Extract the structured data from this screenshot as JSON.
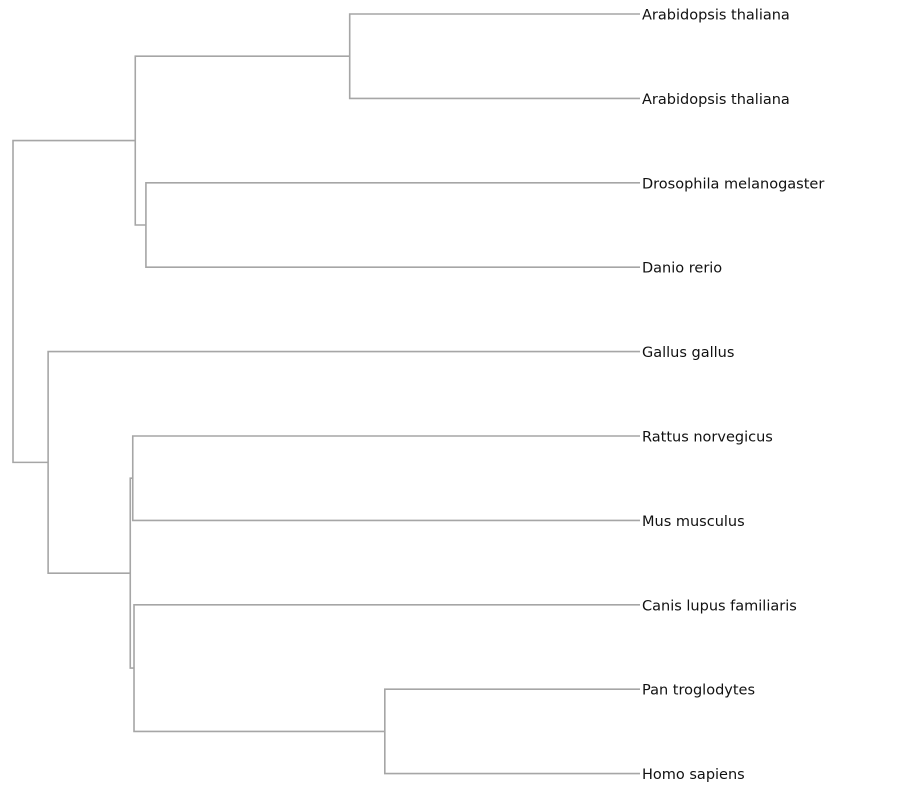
{
  "chart_data": {
    "type": "dendrogram",
    "orientation": "leaves-right",
    "leaves": [
      "Arabidopsis thaliana",
      "Arabidopsis thaliana",
      "Drosophila melanogaster",
      "Danio rerio",
      "Gallus gallus",
      "Rattus norvegicus",
      "Mus musculus",
      "Canis lupus familiaris",
      "Pan troglodytes",
      "Homo sapiens"
    ],
    "merges": [
      {
        "id": "n10",
        "children": [
          "L0",
          "L1"
        ],
        "height": 0.463
      },
      {
        "id": "n11",
        "children": [
          "L2",
          "L3"
        ],
        "height": 0.788
      },
      {
        "id": "n12",
        "children": [
          "n10",
          "n11"
        ],
        "height": 0.805
      },
      {
        "id": "n13",
        "children": [
          "L8",
          "L9"
        ],
        "height": 0.407
      },
      {
        "id": "n14",
        "children": [
          "L5",
          "L6"
        ],
        "height": 0.809
      },
      {
        "id": "n15",
        "children": [
          "L7",
          "n13"
        ],
        "height": 0.807
      },
      {
        "id": "n16",
        "children": [
          "n14",
          "n15"
        ],
        "height": 0.813
      },
      {
        "id": "n17",
        "children": [
          "L4",
          "n16"
        ],
        "height": 0.944
      },
      {
        "id": "n18",
        "children": [
          "n12",
          "n17"
        ],
        "height": 1.0
      }
    ],
    "line_color": "#a6a6a6"
  }
}
